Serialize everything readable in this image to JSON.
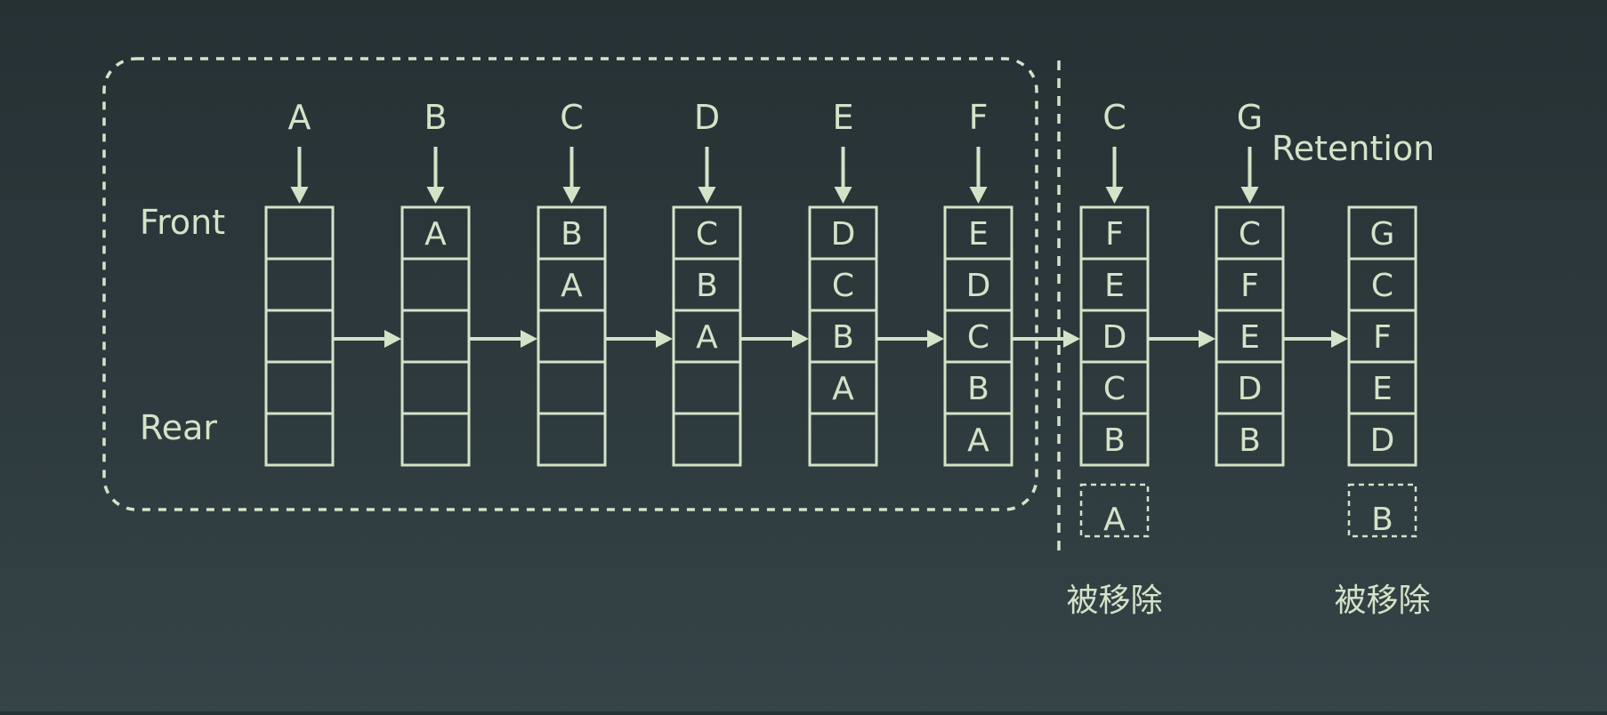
{
  "colors": {
    "stroke": "#d3e3c8",
    "text": "#d3e3c8",
    "background": "#2d393c"
  },
  "labels": {
    "front": "Front",
    "rear": "Rear",
    "retention": "Retention"
  },
  "steps": [
    {
      "input": "A",
      "stack": [
        "",
        "",
        "",
        "",
        ""
      ]
    },
    {
      "input": "B",
      "stack": [
        "A",
        "",
        "",
        "",
        ""
      ]
    },
    {
      "input": "C",
      "stack": [
        "B",
        "A",
        "",
        "",
        ""
      ]
    },
    {
      "input": "D",
      "stack": [
        "C",
        "B",
        "A",
        "",
        ""
      ]
    },
    {
      "input": "E",
      "stack": [
        "D",
        "C",
        "B",
        "A",
        ""
      ]
    },
    {
      "input": "F",
      "stack": [
        "E",
        "D",
        "C",
        "B",
        "A"
      ]
    },
    {
      "input": "C",
      "stack": [
        "F",
        "E",
        "D",
        "C",
        "B"
      ],
      "removed": "A",
      "removed_label": "被移除"
    },
    {
      "input": "G",
      "stack": [
        "C",
        "F",
        "E",
        "D",
        "B"
      ]
    },
    {
      "stack": [
        "G",
        "C",
        "F",
        "E",
        "D"
      ],
      "removed": "B",
      "removed_label": "被移除"
    }
  ]
}
